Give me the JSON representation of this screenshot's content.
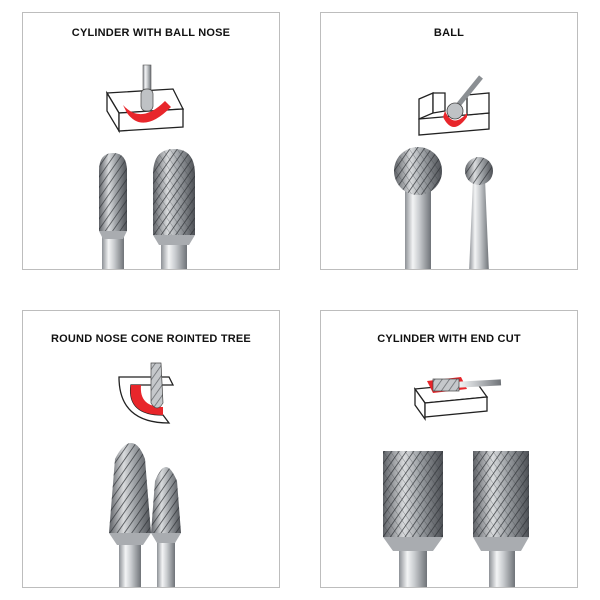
{
  "panels": [
    {
      "title": "CYLINDER WITH BALL NOSE"
    },
    {
      "title": "BALL"
    },
    {
      "title": "ROUND NOSE CONE ROINTED TREE"
    },
    {
      "title": "CYLINDER WITH END CUT"
    }
  ],
  "colors": {
    "accent": "#e8262b",
    "metal_light": "#e6e7e9",
    "metal_dark": "#6f7378",
    "border": "#bdbdbd"
  }
}
